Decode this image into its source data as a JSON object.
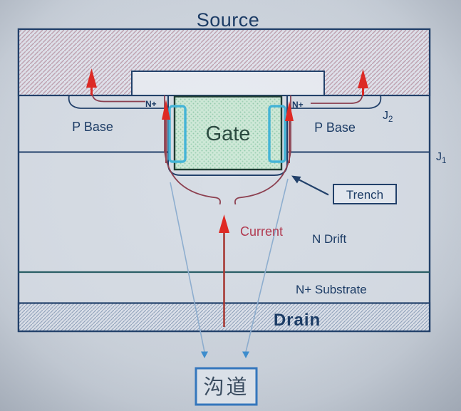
{
  "diagram": {
    "title": "Source",
    "drain_label": "Drain",
    "gate_label": "Gate",
    "layers": {
      "p_base_left": "P Base",
      "p_base_right": "P Base",
      "n_plus_left": "N+",
      "n_plus_right": "N+",
      "n_drift": "N Drift",
      "n_substrate": "N+ Substrate"
    },
    "junctions": {
      "j1_main": "J",
      "j1_sub": "1",
      "j2_main": "J",
      "j2_sub": "2"
    },
    "callouts": {
      "trench": "Trench",
      "current": "Current",
      "channel": "沟道"
    },
    "colors": {
      "line_navy": "#22416b",
      "arrow_red": "#e02a24",
      "path_maroon": "#8d4050",
      "current_text": "#b23a50",
      "gate_fill": "#cfe9d8",
      "gate_dot": "#93ccad",
      "oxide_cyan": "#44b5d8",
      "channel_box_blue": "#3579c0",
      "channel_line_blue": "#8fafd0",
      "metal_hatch": "#c2a4b2",
      "drain_hatch": "#93a4bd"
    }
  }
}
